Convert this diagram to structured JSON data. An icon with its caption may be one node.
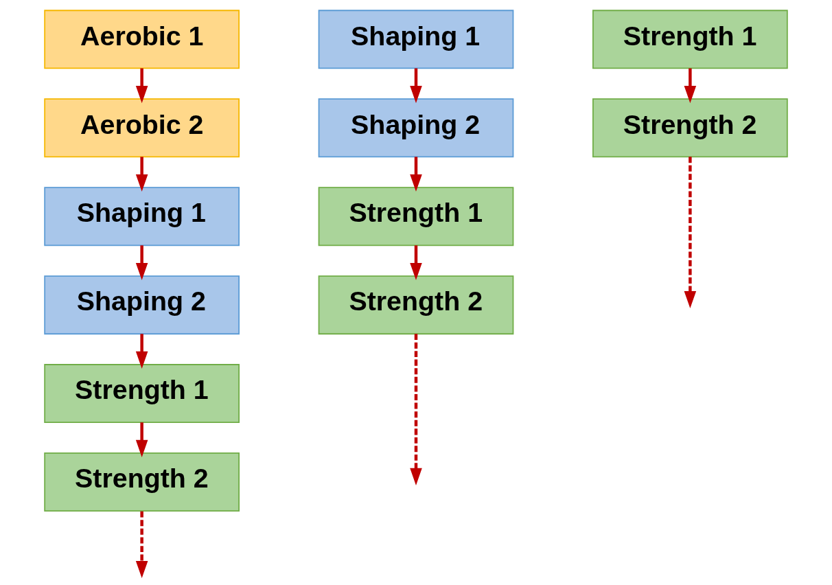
{
  "diagram": {
    "nodes": [
      {
        "text": [
          "Aerobic 1"
        ]
      },
      {
        "text": [
          "Aerobic 2"
        ]
      },
      {
        "text": [
          "Shaping 1"
        ]
      },
      {
        "text": [
          "Shaping 2"
        ]
      },
      {
        "text": [
          "Strength 1"
        ]
      },
      {
        "text": [
          "Strength 2"
        ]
      },
      {
        "text": [
          "Shaping 1"
        ]
      },
      {
        "text": [
          "Shaping 2"
        ]
      },
      {
        "text": [
          "Strength 1"
        ]
      },
      {
        "text": [
          "Strength 2"
        ]
      },
      {
        "text": [
          "Strength 1"
        ]
      },
      {
        "text": [
          "Strength 2"
        ]
      }
    ],
    "edges": [
      {
        "from": 0,
        "to": 1,
        "arrow": "to"
      },
      {
        "from": 1,
        "to": 2,
        "arrow": "to"
      },
      {
        "from": 2,
        "to": 3,
        "arrow": "to"
      },
      {
        "from": 3,
        "to": 4,
        "arrow": "to"
      },
      {
        "from": 4,
        "to": 5,
        "arrow": "to"
      },
      {
        "from": 5,
        "to": null,
        "arrow": "to",
        "style": "dashed"
      },
      {
        "from": 6,
        "to": 7,
        "arrow": "to"
      },
      {
        "from": 7,
        "to": 8,
        "arrow": "to"
      },
      {
        "from": 8,
        "to": 9,
        "arrow": "to"
      },
      {
        "from": 9,
        "to": null,
        "arrow": "to",
        "style": "dashed"
      },
      {
        "from": 10,
        "to": 11,
        "arrow": "to"
      },
      {
        "from": 11,
        "to": null,
        "arrow": "to",
        "style": "dashed"
      }
    ]
  }
}
